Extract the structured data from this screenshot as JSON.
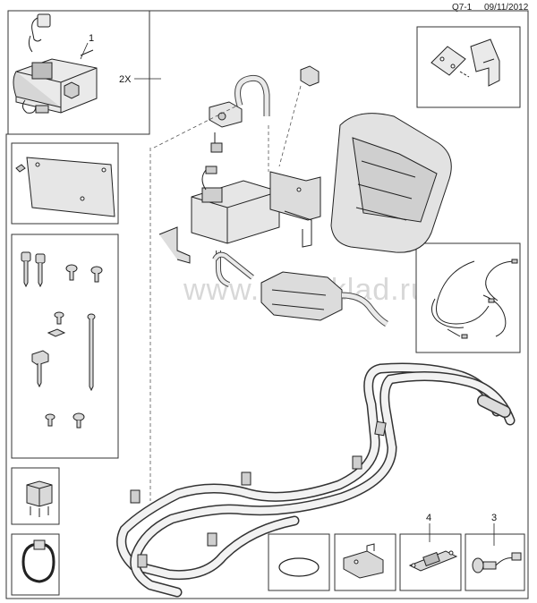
{
  "header": {
    "page_code": "Q7-1",
    "date": "09/11/2012"
  },
  "watermark": "www.gm-sklad.ru",
  "callouts": {
    "heater_unit": "1",
    "quantity": "2X",
    "wiring_connector": "3",
    "fuse_holder": "4"
  },
  "colors": {
    "line": "#222222",
    "part_fill": "#eaeaea",
    "part_shade": "#bdbdbd",
    "watermark": "#d8d8d8"
  }
}
